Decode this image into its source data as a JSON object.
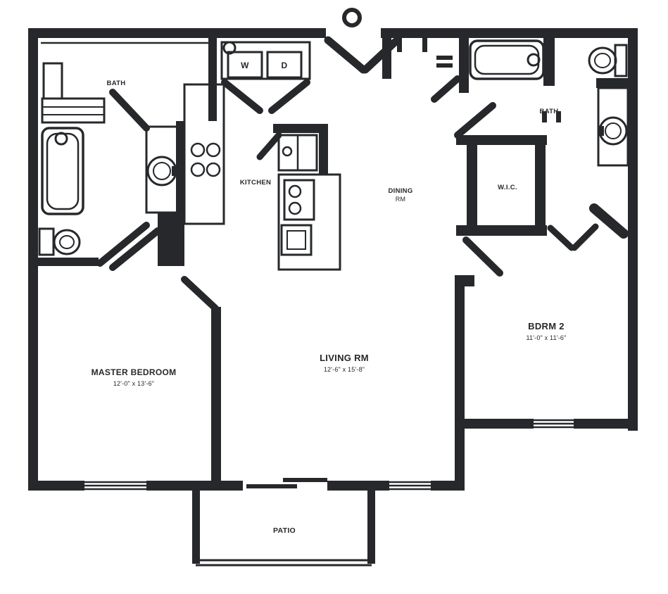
{
  "plan": {
    "colors": {
      "wall": "#26282b",
      "background": "#ffffff"
    },
    "rooms": {
      "bath2": {
        "label": "BATH"
      },
      "laundry": {
        "washer": "W",
        "dryer": "D"
      },
      "kitchen": {
        "label": "KITCHEN"
      },
      "dining": {
        "label": "DINING",
        "label2": "RM"
      },
      "bath1": {
        "label": "BATH"
      },
      "wic": {
        "label": "W.I.C."
      },
      "bedroom1": {
        "label": "MASTER BEDROOM",
        "dims": "12'-0\" x 13'-6\""
      },
      "living": {
        "label": "LIVING RM",
        "dims": "12'-6\" x 15'-8\""
      },
      "bedroom2": {
        "label": "BDRM 2",
        "dims": "11'-0\" x 11'-6\""
      },
      "patio": {
        "label": "PATIO"
      }
    }
  }
}
